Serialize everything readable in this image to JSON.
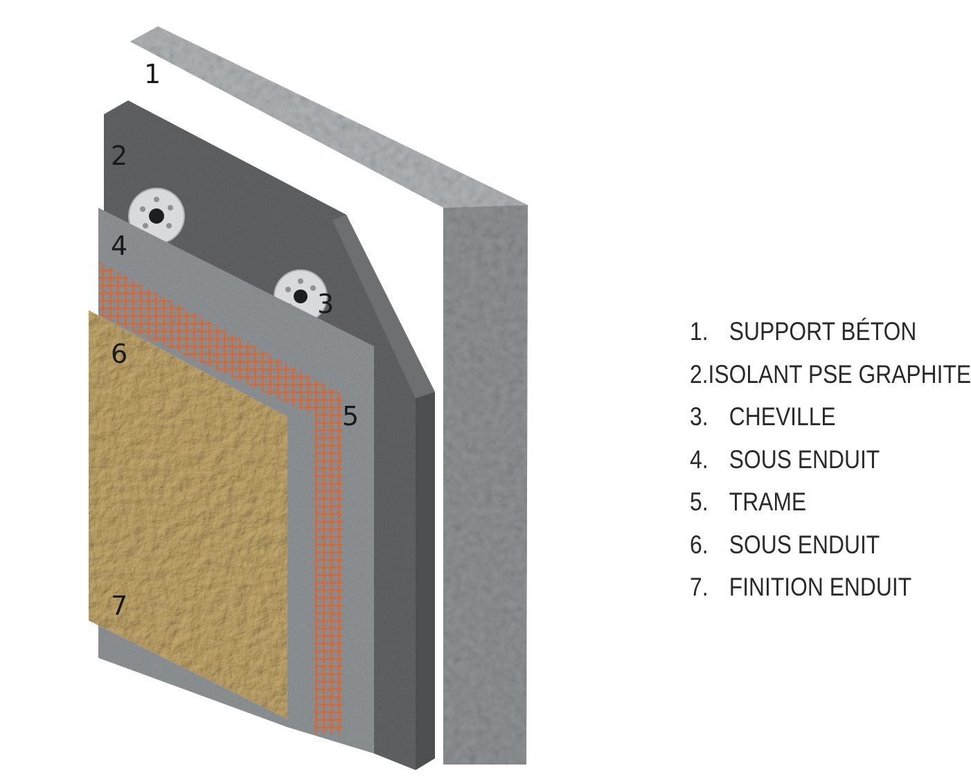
{
  "callouts": {
    "c1": "1",
    "c2": "2",
    "c3": "3",
    "c4": "4",
    "c5": "5",
    "c6": "6",
    "c7": "7"
  },
  "legend": {
    "items": [
      {
        "num": "1.",
        "label": "SUPPORT BÉTON"
      },
      {
        "num": "2.",
        "label": "ISOLANT PSE GRAPHITE"
      },
      {
        "num": "3.",
        "label": "CHEVILLE"
      },
      {
        "num": "4.",
        "label": "SOUS ENDUIT"
      },
      {
        "num": "5.",
        "label": "TRAME"
      },
      {
        "num": "6.",
        "label": "SOUS ENDUIT"
      },
      {
        "num": "7.",
        "label": "FINITION ENDUIT"
      }
    ]
  },
  "colors": {
    "concrete": "#a4a7aa",
    "insulation": "#5f6062",
    "base_coat": "#8e9194",
    "mesh": "#e0642a",
    "finish": "#d2bf93"
  }
}
